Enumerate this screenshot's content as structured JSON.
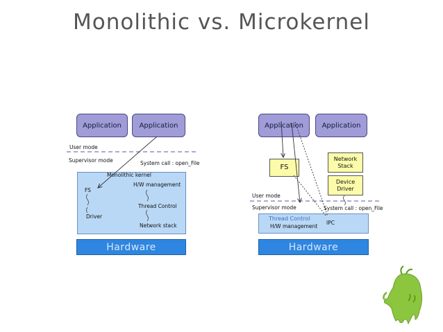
{
  "title": "Monolithic  vs.  Microkernel",
  "left": {
    "app1": "Application",
    "app2": "Application",
    "user_mode": "User mode",
    "supervisor_mode": "Supervisor mode",
    "syscall": "System call : open_File",
    "kernel_label": "Monolithic kernel",
    "fs": "FS",
    "hw_mgmt": "H/W management",
    "thread_control": "Thread Control",
    "driver": "Driver",
    "network_stack": "Network stack",
    "hardware": "Hardware"
  },
  "right": {
    "app1": "Application",
    "app2": "Application",
    "fs": "FS",
    "network_stack_l1": "Network",
    "network_stack_l2": "Stack",
    "device_driver_l1": "Device",
    "device_driver_l2": "Driver",
    "user_mode": "User mode",
    "supervisor_mode": "Supervisor mode",
    "syscall": "System call : open_File",
    "thread_control": "Thread Control",
    "ipc": "IPC",
    "hw_mgmt": "H/W management",
    "hardware": "Hardware"
  },
  "colors": {
    "application": "#9f9cd8",
    "kernel": "#b9d8f6",
    "hardware": "#2f86e0",
    "user_box": "#fbfba9",
    "mascot": "#8cc63f"
  },
  "icons": {
    "mascot": "green-creature-icon"
  }
}
